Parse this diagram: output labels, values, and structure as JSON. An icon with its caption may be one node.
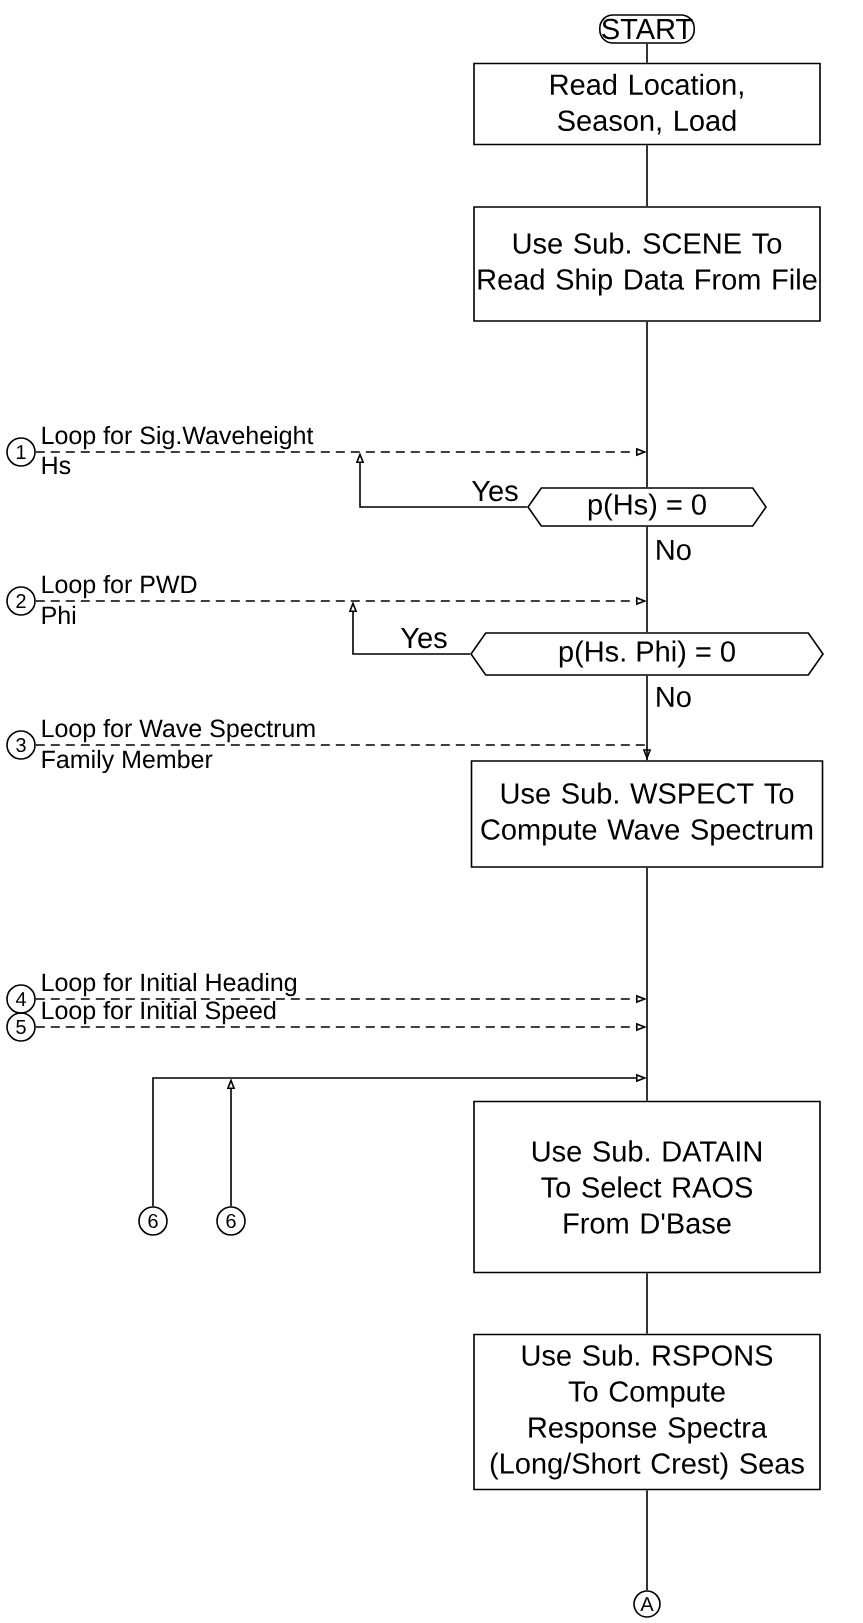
{
  "diagram": {
    "nodes": [
      {
        "text": [
          "START"
        ]
      },
      {
        "text": [
          "Read Location, Season, Load"
        ]
      },
      {
        "text": [
          "Use Sub. SCENE To Read Ship Data From File"
        ]
      },
      {
        "text": [
          "p(Hs) = 0"
        ]
      },
      {
        "text": [
          "p(Hs. Phi) = 0"
        ]
      },
      {
        "text": [
          "Use Sub. WSPECT To Compute Wave Spectrum"
        ]
      },
      {
        "text": [
          "Use Sub. DATAIN To Select RAOS From D'Base"
        ]
      },
      {
        "text": [
          "Use Sub. RSPONS To Compute Response Spectra (Long/Short Crest) Seas"
        ]
      },
      {
        "text": [
          "A"
        ]
      },
      {
        "text": [
          "1"
        ],
        "beside": [
          "Loop for Sig.Waveheight",
          "Hs"
        ]
      },
      {
        "text": [
          "2"
        ],
        "beside": [
          "Loop for PWD",
          "Phi"
        ]
      },
      {
        "text": [
          "3"
        ],
        "beside": [
          "Loop for Wave Spectrum",
          "Family Member"
        ]
      },
      {
        "text": [
          "4"
        ],
        "beside": [
          "Loop for Initial Heading"
        ]
      },
      {
        "text": [
          "5"
        ],
        "beside": [
          "Loop for Initial Speed"
        ]
      },
      {
        "text": [
          "6"
        ]
      },
      {
        "text": [
          "6"
        ]
      }
    ],
    "edges": [
      {
        "from": 0,
        "to": 1,
        "arrow": "none"
      },
      {
        "from": 1,
        "to": 2,
        "arrow": "none"
      },
      {
        "from": 2,
        "to": 3,
        "arrow": "none"
      },
      {
        "from": 9,
        "to": null,
        "arrow": "to",
        "style": "dashed"
      },
      {
        "from": 3,
        "to": 9,
        "arrow": "to",
        "label": "Yes"
      },
      {
        "from": 3,
        "to": 4,
        "arrow": "none",
        "label": "No"
      },
      {
        "from": 10,
        "to": null,
        "arrow": "to",
        "style": "dashed"
      },
      {
        "from": 4,
        "to": null,
        "arrow": "to",
        "label": "Yes"
      },
      {
        "from": 4,
        "to": 5,
        "arrow": "none",
        "label": "No"
      },
      {
        "from": 11,
        "to": 5,
        "arrow": "to",
        "style": "dashed"
      },
      {
        "from": 5,
        "to": 6,
        "arrow": "none"
      },
      {
        "from": 12,
        "to": null,
        "arrow": "to",
        "style": "dashed"
      },
      {
        "from": 13,
        "to": null,
        "arrow": "to",
        "style": "dashed"
      },
      {
        "from": 14,
        "to": null,
        "arrow": "to"
      },
      {
        "from": 15,
        "to": null,
        "arrow": "to"
      },
      {
        "from": 6,
        "to": 7,
        "arrow": "none"
      },
      {
        "from": 7,
        "to": 8,
        "arrow": "none"
      }
    ]
  }
}
